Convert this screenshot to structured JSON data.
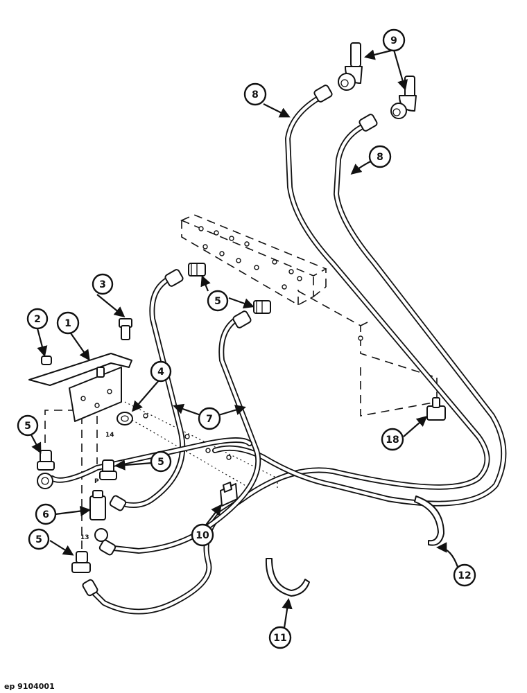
{
  "diagram": {
    "reference": "ep 9104001",
    "callouts": {
      "c1": "1",
      "c2": "2",
      "c3": "3",
      "c4": "4",
      "c5a": "5",
      "c5b": "5",
      "c5c": "5",
      "c5d": "5",
      "c6": "6",
      "c7": "7",
      "c8a": "8",
      "c8b": "8",
      "c9": "9",
      "c10": "10",
      "c11": "11",
      "c12": "12",
      "c18": "18"
    },
    "port_labels": {
      "p14": "14",
      "pP": "P",
      "p13": "13"
    }
  }
}
